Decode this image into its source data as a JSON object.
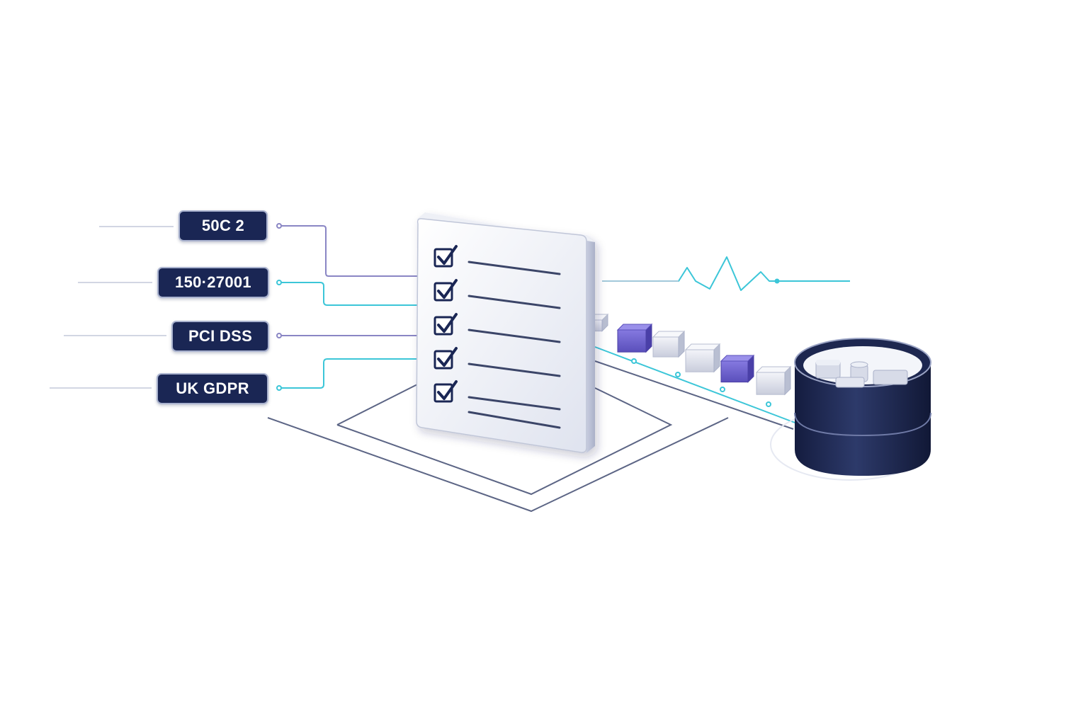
{
  "colors": {
    "navy": "#1a2654",
    "accent_teal": "#3cc6d8",
    "accent_purple": "#8a86c4",
    "cube_purple": "#6a5fc9",
    "line_gray": "#5c6585"
  },
  "frameworks": [
    {
      "label": "50C 2",
      "connector_color": "#8a86c4"
    },
    {
      "label": "150·27001",
      "connector_color": "#3cc6d8"
    },
    {
      "label": "PCI DSS",
      "connector_color": "#8a86c4"
    },
    {
      "label": "UK GDPR",
      "connector_color": "#3cc6d8"
    }
  ],
  "checklist": {
    "icon": "checklist-icon",
    "checked_items": 5,
    "total_rows": 6
  },
  "data_blocks": [
    {
      "kind": "gray"
    },
    {
      "kind": "purple"
    },
    {
      "kind": "gray"
    },
    {
      "kind": "gray"
    },
    {
      "kind": "purple"
    },
    {
      "kind": "gray"
    }
  ],
  "database": {
    "icon": "database-icon"
  },
  "heartbeat": {
    "icon": "heartbeat-pulse-icon"
  }
}
